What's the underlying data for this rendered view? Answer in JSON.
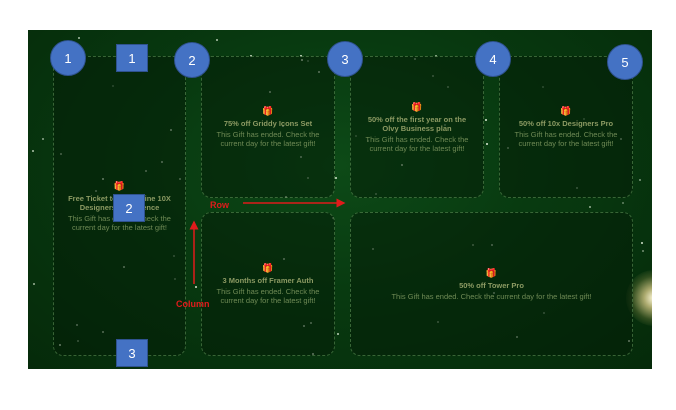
{
  "gifts": [
    {
      "title": "Free Ticket to the Online 10X Designers Conference",
      "status": "This Gift has ended. Check the current day for the latest gift!"
    },
    {
      "title": "75% off Griddy Icons Set",
      "status": "This Gift has ended. Check the current day for the latest gift!"
    },
    {
      "title": "50% off the first year on the Olvy Business plan",
      "status": "This Gift has ended. Check the current day for the latest gift!"
    },
    {
      "title": "50% off 10x Designers Pro",
      "status": "This Gift has ended. Check the current day for the latest gift!"
    },
    {
      "title": "3 Months off Framer Auth",
      "status": "This Gift has ended. Check the current day for the latest gift!"
    },
    {
      "title": "50% off Tower Pro",
      "status": "This Gift has ended. Check the current day for the latest gift!"
    }
  ],
  "column_markers": [
    "1",
    "2",
    "3",
    "4",
    "5"
  ],
  "row_markers": [
    "1",
    "2",
    "3"
  ],
  "annotations": {
    "row": "Row",
    "column": "Column"
  },
  "colors": {
    "background": "#083a10",
    "marker": "#4472c4",
    "annotation": "#e01b1b"
  },
  "icons": {
    "gift": "gift-icon"
  }
}
